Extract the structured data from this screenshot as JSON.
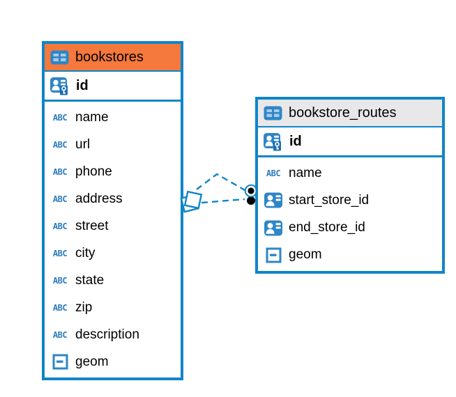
{
  "diagram": {
    "kind": "entity-relationship-diagram",
    "background": "#ffffff"
  },
  "colors": {
    "table_border": "#1085C8",
    "selected_header": "#F5793C",
    "normal_header": "#E8E8E8",
    "icon_blue": "#2E86C6",
    "icon_blue_dark": "#1B6FB4",
    "icon_cell_light": "#A8CBE8",
    "abc_text": "#2B7CBF",
    "connector": "#1085C8",
    "endpoint_dot": "#000000",
    "text": "#000000"
  },
  "icons": {
    "abc_label": "ABC"
  },
  "tables": [
    {
      "title": "bookstores",
      "header_style": "selected-orange",
      "pk": {
        "name": "id",
        "icon": "person-key-icon"
      },
      "columns": [
        {
          "name": "name",
          "type_icon": "abc-text-icon"
        },
        {
          "name": "url",
          "type_icon": "abc-text-icon"
        },
        {
          "name": "phone",
          "type_icon": "abc-text-icon"
        },
        {
          "name": "address",
          "type_icon": "abc-text-icon"
        },
        {
          "name": "street",
          "type_icon": "abc-text-icon"
        },
        {
          "name": "city",
          "type_icon": "abc-text-icon"
        },
        {
          "name": "state",
          "type_icon": "abc-text-icon"
        },
        {
          "name": "zip",
          "type_icon": "abc-text-icon"
        },
        {
          "name": "description",
          "type_icon": "abc-text-icon"
        },
        {
          "name": "geom",
          "type_icon": "geometry-icon"
        }
      ]
    },
    {
      "title": "bookstore_routes",
      "header_style": "normal-gray",
      "pk": {
        "name": "id",
        "icon": "person-key-icon"
      },
      "columns": [
        {
          "name": "name",
          "type_icon": "abc-text-icon"
        },
        {
          "name": "start_store_id",
          "type_icon": "person-ref-icon"
        },
        {
          "name": "end_store_id",
          "type_icon": "person-ref-icon"
        },
        {
          "name": "geom",
          "type_icon": "geometry-icon"
        }
      ]
    }
  ],
  "relationships": [
    {
      "from": "bookstores",
      "to": "bookstore_routes",
      "style": "dashed",
      "shape": "peaked"
    },
    {
      "from": "bookstores",
      "to": "bookstore_routes",
      "style": "dashed",
      "shape": "straight"
    }
  ]
}
